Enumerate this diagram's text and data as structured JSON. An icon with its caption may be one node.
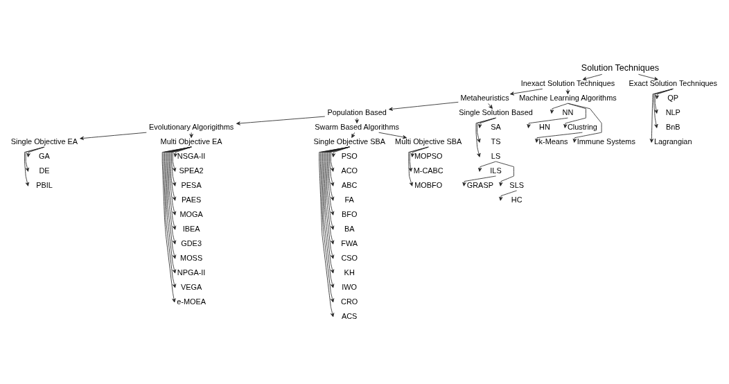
{
  "diagram": {
    "nodes": [
      {
        "text": [
          "Solution Techniques"
        ]
      },
      {
        "text": [
          "Inexact Solution Techniques"
        ]
      },
      {
        "text": [
          "Exact Solution Techniques"
        ]
      },
      {
        "text": [
          "Metaheuristics"
        ]
      },
      {
        "text": [
          "Machine Learning Algorithms"
        ]
      },
      {
        "text": [
          "Population Based"
        ]
      },
      {
        "text": [
          "Single Solution Based"
        ]
      },
      {
        "text": [
          "Evolutionary Algorigithms"
        ]
      },
      {
        "text": [
          "Swarm Based Algorithms"
        ]
      },
      {
        "text": [
          "Single Objective EA"
        ]
      },
      {
        "text": [
          "Multi Objective EA"
        ]
      },
      {
        "text": [
          "Single Objective SBA"
        ]
      },
      {
        "text": [
          "Multi Objective SBA"
        ]
      },
      {
        "text": [
          "GA"
        ]
      },
      {
        "text": [
          "DE"
        ]
      },
      {
        "text": [
          "PBIL"
        ]
      },
      {
        "text": [
          "NSGA-II"
        ]
      },
      {
        "text": [
          "SPEA2"
        ]
      },
      {
        "text": [
          "PESA"
        ]
      },
      {
        "text": [
          "PAES"
        ]
      },
      {
        "text": [
          "MOGA"
        ]
      },
      {
        "text": [
          "IBEA"
        ]
      },
      {
        "text": [
          "GDE3"
        ]
      },
      {
        "text": [
          "MOSS"
        ]
      },
      {
        "text": [
          "NPGA-II"
        ]
      },
      {
        "text": [
          "VEGA"
        ]
      },
      {
        "text": [
          "e-MOEA"
        ]
      },
      {
        "text": [
          "PSO"
        ]
      },
      {
        "text": [
          "ACO"
        ]
      },
      {
        "text": [
          "ABC"
        ]
      },
      {
        "text": [
          "FA"
        ]
      },
      {
        "text": [
          "BFO"
        ]
      },
      {
        "text": [
          "BA"
        ]
      },
      {
        "text": [
          "FWA"
        ]
      },
      {
        "text": [
          "CSO"
        ]
      },
      {
        "text": [
          "KH"
        ]
      },
      {
        "text": [
          "IWO"
        ]
      },
      {
        "text": [
          "CRO"
        ]
      },
      {
        "text": [
          "ACS"
        ]
      },
      {
        "text": [
          "MOPSO"
        ]
      },
      {
        "text": [
          "M-CABC"
        ]
      },
      {
        "text": [
          "MOBFO"
        ]
      },
      {
        "text": [
          "SA"
        ]
      },
      {
        "text": [
          "TS"
        ]
      },
      {
        "text": [
          "LS"
        ]
      },
      {
        "text": [
          "ILS"
        ]
      },
      {
        "text": [
          "GRASP"
        ]
      },
      {
        "text": [
          "SLS"
        ]
      },
      {
        "text": [
          "HC"
        ]
      },
      {
        "text": [
          "NN"
        ]
      },
      {
        "text": [
          "HN"
        ]
      },
      {
        "text": [
          "Clustring"
        ]
      },
      {
        "text": [
          "k-Means"
        ]
      },
      {
        "text": [
          "Immune Systems"
        ]
      },
      {
        "text": [
          "QP"
        ]
      },
      {
        "text": [
          "NLP"
        ]
      },
      {
        "text": [
          "BnB"
        ]
      },
      {
        "text": [
          "Lagrangian"
        ]
      }
    ],
    "edges": [
      {
        "from": 0,
        "to": 1,
        "arrow": "to"
      },
      {
        "from": 0,
        "to": 2,
        "arrow": "to"
      },
      {
        "from": 1,
        "to": 3,
        "arrow": "to"
      },
      {
        "from": 1,
        "to": 4,
        "arrow": "to"
      },
      {
        "from": 3,
        "to": 5,
        "arrow": "to"
      },
      {
        "from": 3,
        "to": 6,
        "arrow": "to"
      },
      {
        "from": 5,
        "to": 7,
        "arrow": "to"
      },
      {
        "from": 5,
        "to": 8,
        "arrow": "to"
      },
      {
        "from": 7,
        "to": 9,
        "arrow": "to"
      },
      {
        "from": 7,
        "to": 10,
        "arrow": "to"
      },
      {
        "from": 8,
        "to": 11,
        "arrow": "to"
      },
      {
        "from": 8,
        "to": 12,
        "arrow": "to"
      },
      {
        "from": 9,
        "to": 13,
        "arrow": "to"
      },
      {
        "from": 9,
        "to": 14,
        "arrow": "to"
      },
      {
        "from": 9,
        "to": 15,
        "arrow": "to"
      },
      {
        "from": 10,
        "to": 16,
        "arrow": "to"
      },
      {
        "from": 10,
        "to": 17,
        "arrow": "to"
      },
      {
        "from": 10,
        "to": 18,
        "arrow": "to"
      },
      {
        "from": 10,
        "to": 19,
        "arrow": "to"
      },
      {
        "from": 10,
        "to": 20,
        "arrow": "to"
      },
      {
        "from": 10,
        "to": 21,
        "arrow": "to"
      },
      {
        "from": 10,
        "to": 22,
        "arrow": "to"
      },
      {
        "from": 10,
        "to": 23,
        "arrow": "to"
      },
      {
        "from": 10,
        "to": 24,
        "arrow": "to"
      },
      {
        "from": 10,
        "to": 25,
        "arrow": "to"
      },
      {
        "from": 10,
        "to": 26,
        "arrow": "to"
      },
      {
        "from": 11,
        "to": 27,
        "arrow": "to"
      },
      {
        "from": 11,
        "to": 28,
        "arrow": "to"
      },
      {
        "from": 11,
        "to": 29,
        "arrow": "to"
      },
      {
        "from": 11,
        "to": 30,
        "arrow": "to"
      },
      {
        "from": 11,
        "to": 31,
        "arrow": "to"
      },
      {
        "from": 11,
        "to": 32,
        "arrow": "to"
      },
      {
        "from": 11,
        "to": 33,
        "arrow": "to"
      },
      {
        "from": 11,
        "to": 34,
        "arrow": "to"
      },
      {
        "from": 11,
        "to": 35,
        "arrow": "to"
      },
      {
        "from": 11,
        "to": 36,
        "arrow": "to"
      },
      {
        "from": 11,
        "to": 37,
        "arrow": "to"
      },
      {
        "from": 11,
        "to": 38,
        "arrow": "to"
      },
      {
        "from": 12,
        "to": 39,
        "arrow": "to"
      },
      {
        "from": 12,
        "to": 40,
        "arrow": "to"
      },
      {
        "from": 12,
        "to": 41,
        "arrow": "to"
      },
      {
        "from": 6,
        "to": 42,
        "arrow": "to"
      },
      {
        "from": 6,
        "to": 43,
        "arrow": "to"
      },
      {
        "from": 6,
        "to": 44,
        "arrow": "to"
      },
      {
        "from": 44,
        "to": 45,
        "arrow": "to"
      },
      {
        "from": 45,
        "to": 46,
        "arrow": "to"
      },
      {
        "from": 44,
        "to": 47,
        "arrow": "to"
      },
      {
        "from": 47,
        "to": 48,
        "arrow": "to"
      },
      {
        "from": 4,
        "to": 49,
        "arrow": "to"
      },
      {
        "from": 49,
        "to": 50,
        "arrow": "to"
      },
      {
        "from": 4,
        "to": 51,
        "arrow": "to"
      },
      {
        "from": 51,
        "to": 52,
        "arrow": "to"
      },
      {
        "from": 4,
        "to": 53,
        "arrow": "to"
      },
      {
        "from": 2,
        "to": 54,
        "arrow": "to"
      },
      {
        "from": 2,
        "to": 55,
        "arrow": "to"
      },
      {
        "from": 2,
        "to": 56,
        "arrow": "to"
      },
      {
        "from": 2,
        "to": 57,
        "arrow": "to"
      }
    ]
  }
}
